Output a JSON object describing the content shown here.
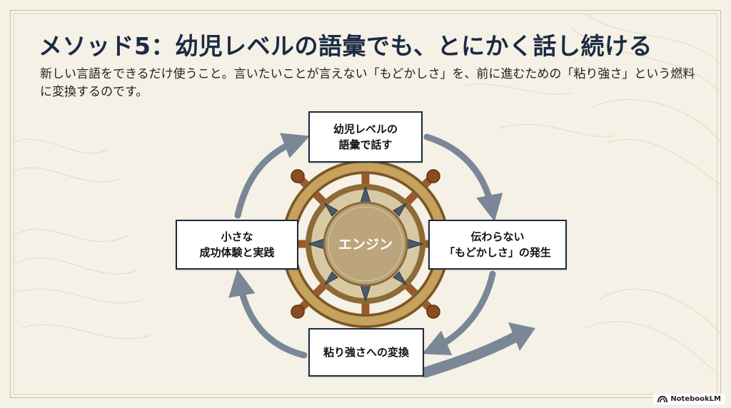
{
  "slide": {
    "title": "メソッド5：幼児レベルの語彙でも、とにかく話し続ける",
    "subtitle": "新しい言語をできるだけ使うこと。言いたいことが言えない「もどかしさ」を、前に進むための「粘り強さ」という燃料に変換するのです。"
  },
  "diagram": {
    "center_label": "エンジン",
    "center_icon": "ship-wheel-icon",
    "stages": [
      {
        "id": "top",
        "label": "幼児レベルの\n語彙で話す"
      },
      {
        "id": "right",
        "label": "伝わらない\n「もどかしさ」の発生"
      },
      {
        "id": "bottom",
        "label": "粘り強さへの変換"
      },
      {
        "id": "left",
        "label": "小さな\n成功体験と実践"
      }
    ],
    "colors": {
      "arrow": "#7a8797",
      "box_border": "#1d2a3d",
      "wood": "#9a5a2c",
      "brass": "#b08a46",
      "hub": "#b8a27a"
    }
  },
  "brand": {
    "label": "NotebookLM",
    "icon": "notebooklm-logo-icon"
  }
}
